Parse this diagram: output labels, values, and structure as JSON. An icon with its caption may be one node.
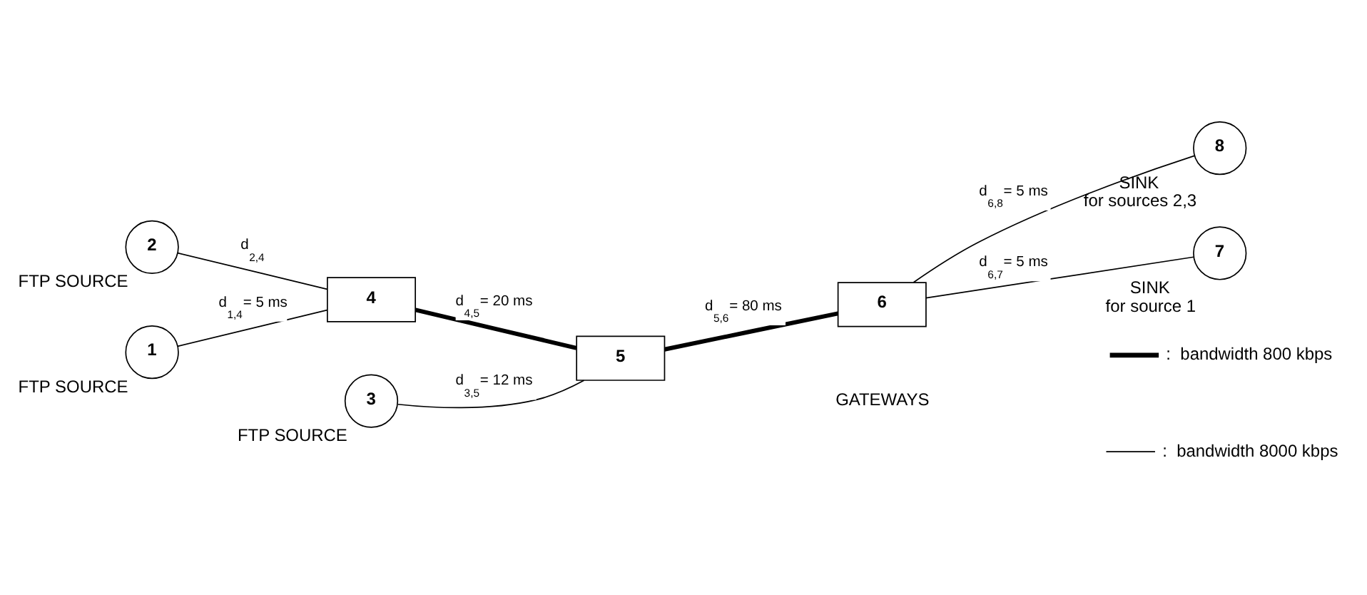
{
  "diagram": {
    "nodes": [
      {
        "text": [
          "2"
        ],
        "beside": [
          "FTP SOURCE"
        ]
      },
      {
        "text": [
          "3"
        ],
        "beside": [
          "FTP SOURCE"
        ]
      },
      {
        "text": [
          "8"
        ],
        "beside": [
          "SINK",
          "for sources 2,3"
        ]
      },
      {
        "text": [
          "1"
        ],
        "beside": [
          "FTP SOURCE"
        ]
      },
      {
        "text": [
          "4"
        ]
      },
      {
        "text": [
          "5"
        ]
      },
      {
        "text": [
          "6"
        ]
      },
      {
        "text": [
          "7"
        ],
        "beside": [
          "SINK",
          "for source 1"
        ]
      }
    ],
    "edges": [
      {
        "from": 0,
        "to": 4,
        "arrow": "none",
        "label": "d$_{2,4}$"
      },
      {
        "from": 3,
        "to": 4,
        "arrow": "none",
        "label": "d$_{1,4}$= 5 ms"
      },
      {
        "from": 4,
        "to": 5,
        "arrow": "none",
        "label": "d$_{4,5}$ = 20 ms",
        "style": "thick"
      },
      {
        "from": 1,
        "to": 5,
        "arrow": "none",
        "label": "d$_{3,5}$ = 12 ms"
      },
      {
        "from": 5,
        "to": 6,
        "arrow": "none",
        "label": "d$_{5,6}$ = 80 ms",
        "style": "thick"
      },
      {
        "from": 6,
        "to": 2,
        "arrow": "none",
        "label": "d$_{6,8}$ = 5 ms"
      },
      {
        "from": 6,
        "to": 7,
        "arrow": "none",
        "label": "d$_{6,7}$ = 5 ms"
      }
    ],
    "labels": [
      "GATEWAYS"
    ],
    "legend": [
      {
        "text": ":  bandwidth 800 kbps"
      },
      {
        "text": ":  bandwidth 8000 kbps"
      }
    ]
  }
}
